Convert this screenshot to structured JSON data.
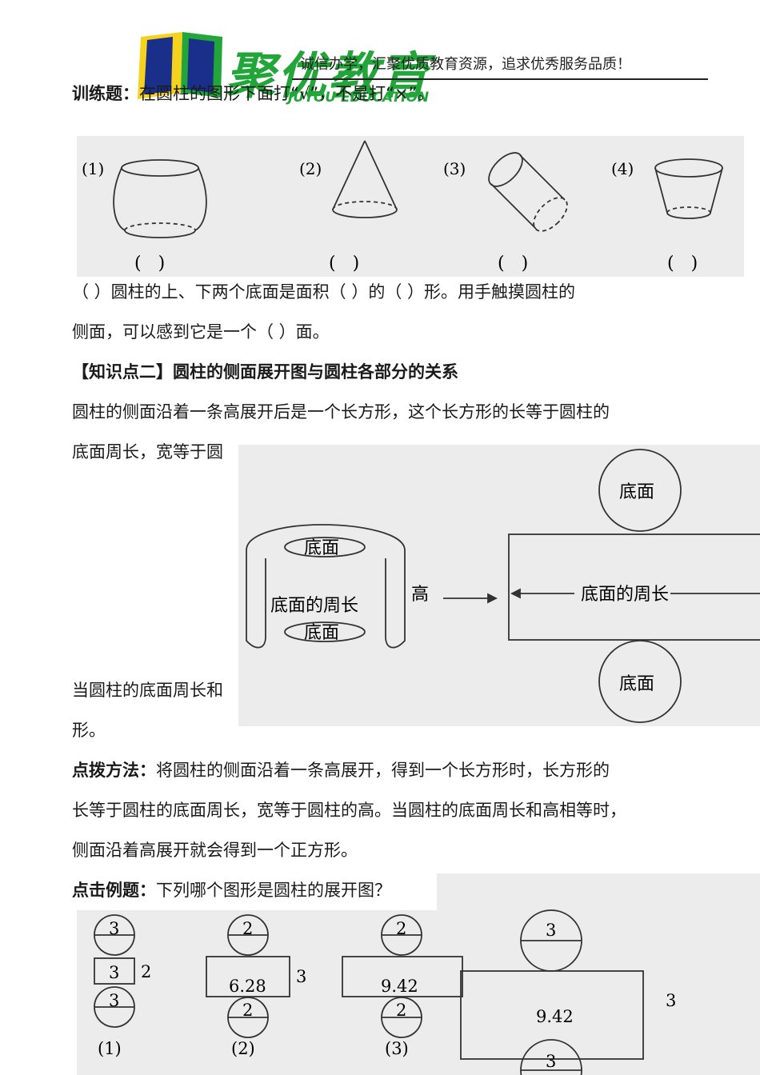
{
  "header": {
    "logo_text": "聚优教育",
    "logo_sub": "JUYOU EDUCATION",
    "slogan": "诚信办学，汇聚优质教育资源，追求优秀服务品质！"
  },
  "exercise1": {
    "label": "训练题：",
    "text": "在圆柱的图形下面打“√”，不是打“×”。",
    "figure": {
      "labels": [
        "(1)",
        "(2)",
        "(3)",
        "(4)"
      ],
      "answer_marks": [
        "(   )",
        "(   )",
        "(   )",
        "(   )"
      ]
    }
  },
  "fill_blank": {
    "line1": "（    ）圆柱的上、下两个底面是面积（      ）的（      ）形。用手触摸圆柱的",
    "line2": "侧面，可以感到它是一个（      ）面。"
  },
  "knowledge2": {
    "heading": "【知识点二】圆柱的侧面展开图与圆柱各部分的关系",
    "p1_line1": "圆柱的侧面沿着一条高展开后是一个长方形，这个长方形的长等于圆柱的",
    "p1_line2": "底面周长，宽等于圆",
    "p2_line1": "当圆柱的底面周长和",
    "p2_line2": "形。",
    "diagram": {
      "base": "底面",
      "circumference": "底面的周长",
      "height": "高"
    }
  },
  "method": {
    "label": "点拨方法：",
    "line1": "将圆柱的侧面沿着一条高展开，得到一个长方形时，长方形的",
    "line2": "长等于圆柱的底面周长，宽等于圆柱的高。当圆柱的底面周长和高相等时，",
    "line3": "侧面沿着高展开就会得到一个正方形。"
  },
  "example": {
    "label": "点击例题：",
    "text": "下列哪个图形是圆柱的展开图？",
    "figures": [
      {
        "label": "(1)",
        "circle": "3",
        "rect": "3",
        "side": "2"
      },
      {
        "label": "(2)",
        "circle": "2",
        "rect": "6.28",
        "side": "3"
      },
      {
        "label": "(3)",
        "circle": "2",
        "rect": "9.42",
        "side": ""
      },
      {
        "label": "",
        "circle": "3",
        "rect": "9.42",
        "side": "3"
      }
    ]
  },
  "colors": {
    "logo_green": "#22a63a",
    "logo_blue": "#1a2f8a",
    "logo_yellow": "#f4d21e",
    "scan_gray": "#ececec"
  }
}
